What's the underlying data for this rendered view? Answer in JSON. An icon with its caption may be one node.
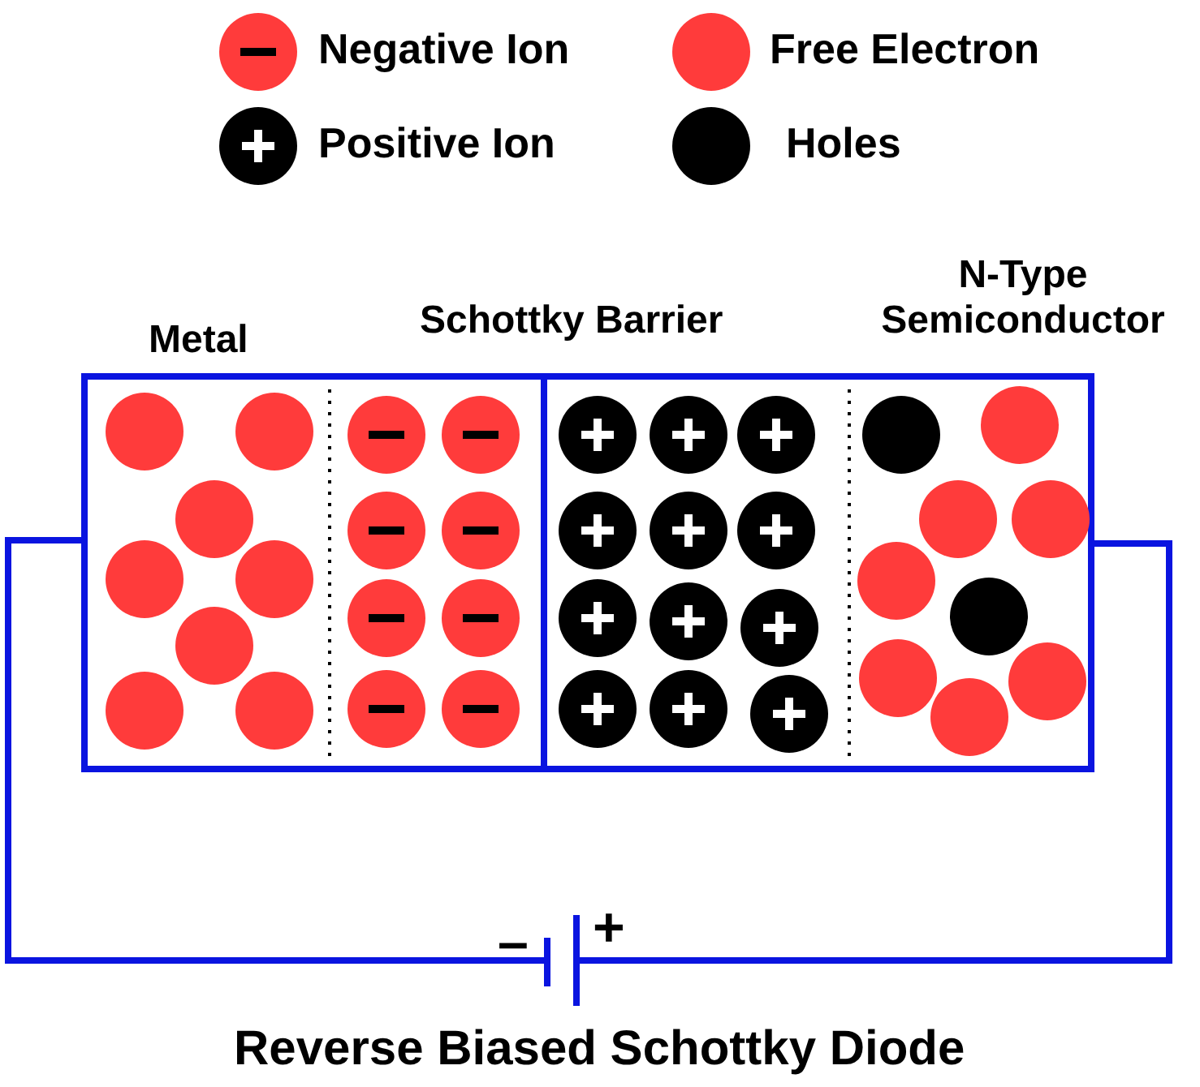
{
  "diagram": {
    "caption": "Reverse Biased Schottky Diode",
    "labels": [
      "Metal",
      "Schottky Barrier",
      "N-Type Semiconductor",
      "–",
      "+"
    ],
    "legend": [
      {
        "text": "Negative Ion"
      },
      {
        "text": "Free Electron",
        "color": "#ff3b3b"
      },
      {
        "text": "Positive Ion"
      },
      {
        "text": "Holes",
        "color": "#000000"
      }
    ]
  }
}
